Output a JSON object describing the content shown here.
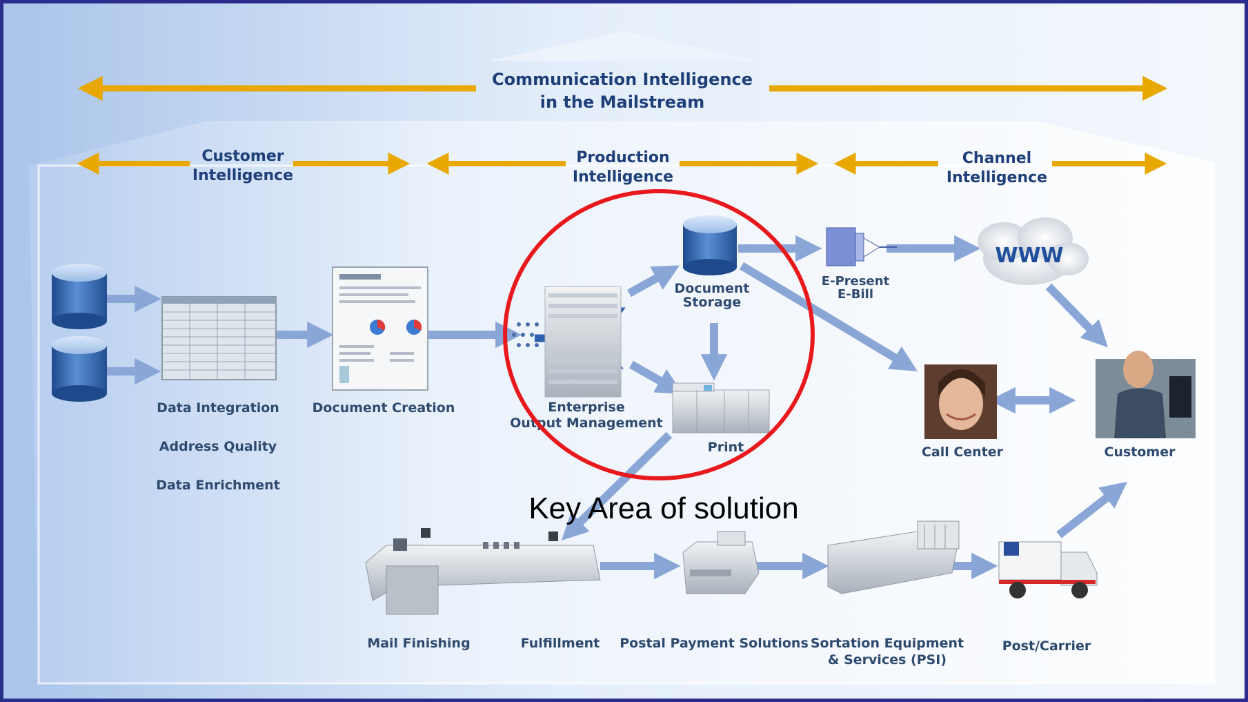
{
  "top_banner": {
    "line1": "Communication Intelligence",
    "line2": "in the Mailstream"
  },
  "sections": {
    "customer": {
      "line1": "Customer",
      "line2": "Intelligence"
    },
    "production": {
      "line1": "Production",
      "line2": "Intelligence"
    },
    "channel": {
      "line1": "Channel",
      "line2": "Intelligence"
    }
  },
  "nodes": {
    "data_integration": "Data Integration",
    "address_quality": "Address Quality",
    "data_enrichment": "Data Enrichment",
    "document_creation": "Document Creation",
    "enterprise_line1": "Enterprise",
    "enterprise_line2": "Output Management",
    "document_storage_line1": "Document",
    "document_storage_line2": "Storage",
    "print": "Print",
    "epresent_line1": "E-Present",
    "epresent_line2": "E-Bill",
    "www": "WWW",
    "call_center": "Call Center",
    "customer": "Customer",
    "mail_finishing": "Mail Finishing",
    "fulfillment": "Fulfillment",
    "postal_payment": "Postal Payment Solutions",
    "sortation_line1": "Sortation Equipment",
    "sortation_line2": "& Services (PSI)",
    "post_carrier": "Post/Carrier"
  },
  "annotation": {
    "key_area": "Key Area of solution"
  },
  "colors": {
    "border": "#2a2d8c",
    "gold_arrow": "#e8a800",
    "flow_arrow": "#8aa6d6",
    "dark_flow_arrow": "#2f5fae",
    "highlight_circle": "#e8191c",
    "label_text": "#2e4a6e"
  }
}
